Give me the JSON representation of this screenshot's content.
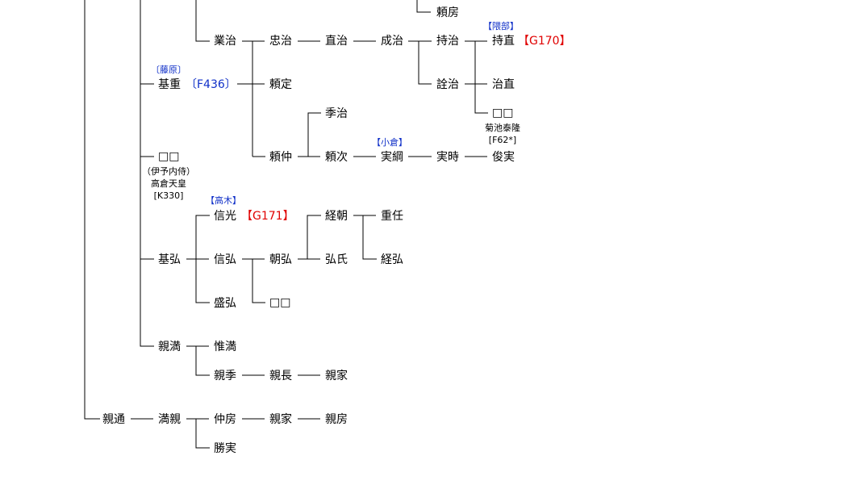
{
  "tree": {
    "yorifusa": "頼房",
    "narikiyo": "業治",
    "tadaharu": "忠治",
    "naoharu": "直治",
    "shigeharu": "成治",
    "mochiharu": "持治",
    "mochinao": "持直",
    "mochinao_ref": "【G170】",
    "mochinao_tag": "【隈部】",
    "senji": "詮治",
    "harunao": "治直",
    "unknown1": "□□",
    "unknown1_note": [
      "菊池泰隆",
      "[F62*]"
    ],
    "motoshige": "基重",
    "motoshige_ref": "〔F436〕",
    "motoshige_tag": "〔藤原〕",
    "yorisada": "頼定",
    "sueharu": "季治",
    "yorinaka": "頼仲",
    "yoritsugu": "頼次",
    "sanetsuna": "実綱",
    "sanetsuna_tag": "【小倉】",
    "sanetoki": "実時",
    "toshizane": "俊実",
    "unknown2": "□□",
    "unknown2_note": [
      "（伊予内侍）",
      "高倉天皇",
      "[K330]"
    ],
    "nobumitsu": "信光",
    "nobumitsu_ref": "【G171】",
    "nobumitsu_tag": "【高木】",
    "tsunetomo": "経朝",
    "shigeto": "重任",
    "motohiro": "基弘",
    "nobuhiro": "信弘",
    "tomohiro": "朝弘",
    "hiroshi": "弘氏",
    "tsunehiro": "経弘",
    "morihiro": "盛弘",
    "unknown3": "□□",
    "chikamitsu": "親満",
    "koremitsu": "惟満",
    "chikasue": "親季",
    "chikanaga": "親長",
    "chikaie1": "親家",
    "chikamichi": "親通",
    "mitsuchika": "満親",
    "nakafusa": "仲房",
    "chikaie2": "親家",
    "chikafusa": "親房",
    "katsuzane": "勝実"
  }
}
